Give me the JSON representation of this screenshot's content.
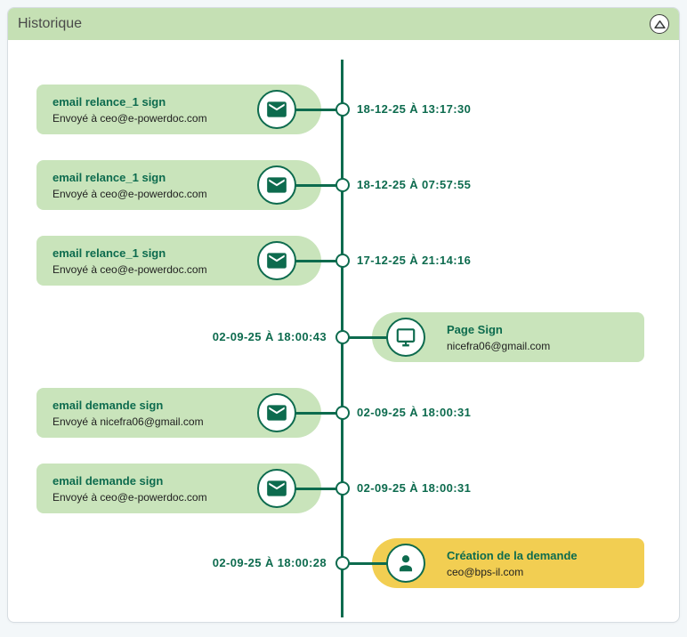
{
  "header": {
    "title": "Historique",
    "collapse_icon": "chevron-up-icon"
  },
  "colors": {
    "accent_dark_green": "#0d6b4e",
    "card_green": "#c9e4bb",
    "header_green": "#c5e0b4",
    "highlight_yellow": "#f2ce52"
  },
  "timeline": {
    "entries": [
      {
        "side": "left",
        "variant": "green",
        "icon": "email-icon",
        "title": "email relance_1 sign",
        "subtitle": "Envoyé à ceo@e-powerdoc.com",
        "timestamp": "18-12-25 À 13:17:30"
      },
      {
        "side": "left",
        "variant": "green",
        "icon": "email-icon",
        "title": "email relance_1 sign",
        "subtitle": "Envoyé à ceo@e-powerdoc.com",
        "timestamp": "18-12-25 À 07:57:55"
      },
      {
        "side": "left",
        "variant": "green",
        "icon": "email-icon",
        "title": "email relance_1 sign",
        "subtitle": "Envoyé à ceo@e-powerdoc.com",
        "timestamp": "17-12-25 À 21:14:16"
      },
      {
        "side": "right",
        "variant": "green",
        "icon": "monitor-icon",
        "title": "Page Sign",
        "subtitle": "nicefra06@gmail.com",
        "timestamp": "02-09-25 À 18:00:43"
      },
      {
        "side": "left",
        "variant": "green",
        "icon": "email-icon",
        "title": "email demande sign",
        "subtitle": "Envoyé à nicefra06@gmail.com",
        "timestamp": "02-09-25 À 18:00:31"
      },
      {
        "side": "left",
        "variant": "green",
        "icon": "email-icon",
        "title": "email demande sign",
        "subtitle": "Envoyé à ceo@e-powerdoc.com",
        "timestamp": "02-09-25 À 18:00:31"
      },
      {
        "side": "right",
        "variant": "yellow",
        "icon": "user-icon",
        "title": "Création de la demande",
        "subtitle": "ceo@bps-il.com",
        "timestamp": "02-09-25 À 18:00:28"
      }
    ]
  }
}
